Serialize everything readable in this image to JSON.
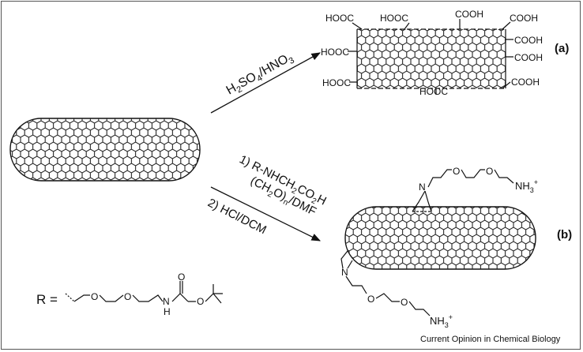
{
  "panel_labels": {
    "a": "(a)",
    "b": "(b)"
  },
  "reaction_a": {
    "reagent_main": "H",
    "reagent_sub1": "2",
    "reagent_mid": "SO",
    "reagent_sub2": "4",
    "reagent_end": "/HNO",
    "reagent_sub3": "3"
  },
  "reaction_b": {
    "step1_prefix": "1) R-NHCH",
    "step1_sub1": "2",
    "step1_mid": "CO",
    "step1_sub2": "2",
    "step1_end": "H",
    "step1b_open": "(CH",
    "step1b_sub1": "2",
    "step1b_mid": "O)",
    "step1b_sub2": "n",
    "step1b_end": "/DMF",
    "step2": "2) HCl/DCM"
  },
  "cooh_groups": {
    "hooc_tl": "HOOC",
    "hooc_tm": "HOOC",
    "cooh_tr1": "COOH",
    "cooh_tr2": "COOH",
    "cooh_r1": "COOH",
    "hooc_l1": "HOOC",
    "cooh_r2": "COOH",
    "hooc_bl": "HOOC",
    "hooc_bm": "HOOC",
    "cooh_br": "COOH"
  },
  "amine": {
    "n_top": "N",
    "n_bottom": "N",
    "o": "O",
    "nh3_top": "NH",
    "nh3_top_sub": "3",
    "nh3_top_sup": "+",
    "nh3_bot": "NH",
    "nh3_bot_sub": "3",
    "nh3_bot_sup": "+"
  },
  "r_group": {
    "r_eq": "R =",
    "o": "O",
    "o_carbonyl": "O",
    "n": "N",
    "h": "H"
  },
  "credit": "Current Opinion in Chemical Biology"
}
